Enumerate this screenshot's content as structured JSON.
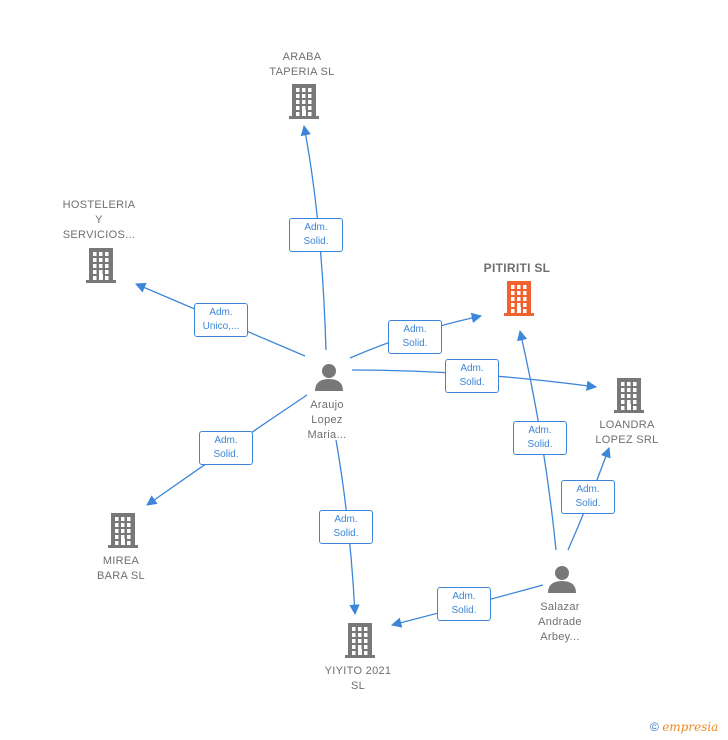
{
  "colors": {
    "edge": "#3b86d8",
    "node": "#787878",
    "focus": "#f0622f",
    "label": "#6f6f6f"
  },
  "companies": [
    {
      "id": "araba",
      "label": "ARABA\nTAPERIA SL",
      "focus": false,
      "icon": "building-icon"
    },
    {
      "id": "hosteleria",
      "label": "HOSTELERIA\nY\nSERVICIOS...",
      "focus": false,
      "icon": "building-icon"
    },
    {
      "id": "pitiriti",
      "label": "PITIRITI  SL",
      "focus": true,
      "icon": "building-icon"
    },
    {
      "id": "loandra",
      "label": "LOANDRA\nLOPEZ SRL",
      "focus": false,
      "icon": "building-icon"
    },
    {
      "id": "mirea",
      "label": "MIREA\nBARA SL",
      "focus": false,
      "icon": "building-icon"
    },
    {
      "id": "yiyito",
      "label": "YIYITO 2021\nSL",
      "focus": false,
      "icon": "building-icon"
    }
  ],
  "persons": [
    {
      "id": "araujo",
      "label": "Araujo\nLopez\nMaria...",
      "icon": "person-icon"
    },
    {
      "id": "salazar",
      "label": "Salazar\nAndrade\nArbey...",
      "icon": "person-icon"
    }
  ],
  "edges": [
    {
      "from": "araujo",
      "to": "araba",
      "label": "Adm.\nSolid."
    },
    {
      "from": "araujo",
      "to": "hosteleria",
      "label": "Adm.\nUnico,..."
    },
    {
      "from": "araujo",
      "to": "pitiriti",
      "label": "Adm.\nSolid."
    },
    {
      "from": "araujo",
      "to": "loandra",
      "label": "Adm.\nSolid."
    },
    {
      "from": "araujo",
      "to": "mirea",
      "label": "Adm.\nSolid."
    },
    {
      "from": "araujo",
      "to": "yiyito",
      "label": "Adm.\nSolid."
    },
    {
      "from": "salazar",
      "to": "pitiriti",
      "label": "Adm.\nSolid."
    },
    {
      "from": "salazar",
      "to": "loandra",
      "label": "Adm.\nSolid."
    },
    {
      "from": "salazar",
      "to": "yiyito",
      "label": "Adm.\nSolid."
    }
  ],
  "footer": {
    "copyright": "©",
    "brand": "empresia"
  }
}
